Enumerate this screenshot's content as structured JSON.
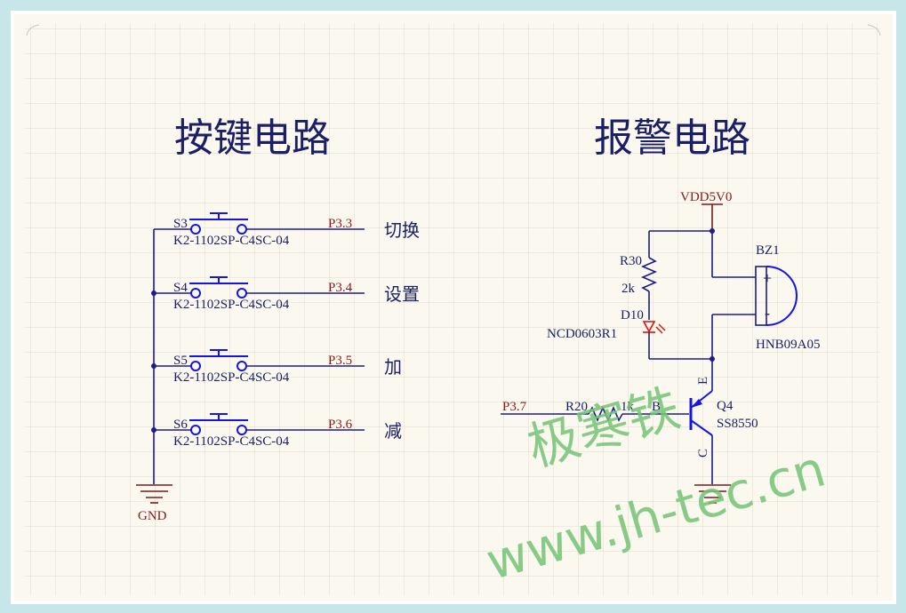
{
  "titles": {
    "left": "按键电路",
    "right": "报警电路"
  },
  "keys": [
    {
      "ref": "S3",
      "part": "K2-1102SP-C4SC-04",
      "net": "P3.3",
      "func": "切换"
    },
    {
      "ref": "S4",
      "part": "K2-1102SP-C4SC-04",
      "net": "P3.4",
      "func": "设置"
    },
    {
      "ref": "S5",
      "part": "K2-1102SP-C4SC-04",
      "net": "P3.5",
      "func": "加"
    },
    {
      "ref": "S6",
      "part": "K2-1102SP-C4SC-04",
      "net": "P3.6",
      "func": "减"
    }
  ],
  "gnd_label": "GND",
  "alarm": {
    "vdd": "VDD5V0",
    "r30_ref": "R30",
    "r30_val": "2k",
    "d10_ref": "D10",
    "d10_part": "NCD0603R1",
    "bz1_ref": "BZ1",
    "bz1_part": "HNB09A05",
    "bz_plus": "+",
    "bz_minus": "-",
    "input_net": "P3.7",
    "r20_ref": "R20",
    "r20_val": "1k",
    "q4_ref": "Q4",
    "q4_part": "SS8550",
    "pin_b": "B",
    "pin_e": "E",
    "pin_c": "C"
  },
  "watermark": {
    "cn": "极寒铁",
    "url": "www.jh-tec.cn"
  }
}
